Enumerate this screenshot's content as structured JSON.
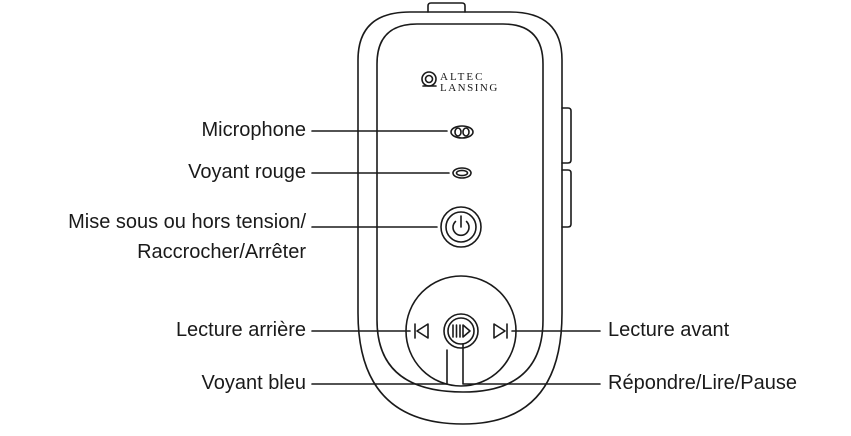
{
  "brand": {
    "name_line1": "ALTEC",
    "name_line2": "LANSING"
  },
  "labels": {
    "microphone": "Microphone",
    "red_led": "Voyant rouge",
    "power_line1": "Mise sous ou hors tension/",
    "power_line2": "Raccrocher/Arrêter",
    "rewind": "Lecture arrière",
    "blue_led": "Voyant bleu",
    "forward": "Lecture avant",
    "answer_play_pause": "Répondre/Lire/Pause"
  },
  "icons": {
    "logo": "altec-lansing-logo-icon",
    "power": "power-icon",
    "rewind": "skip-back-icon",
    "play_pause": "play-pause-icon",
    "forward": "skip-forward-icon"
  },
  "colors": {
    "stroke": "#1a1a1a",
    "background": "#ffffff"
  }
}
